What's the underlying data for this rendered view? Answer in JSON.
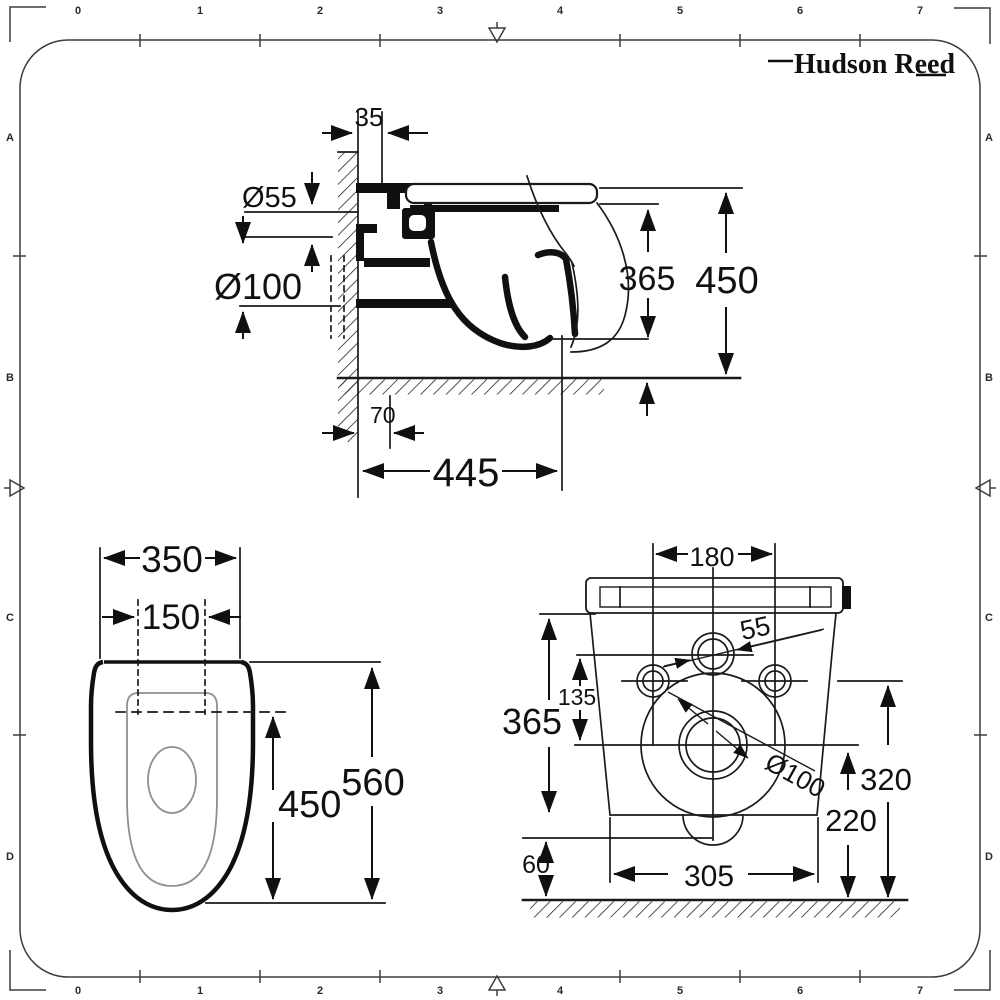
{
  "brand": {
    "name": "Hudson Reed"
  },
  "sheet": {
    "top_ruler": [
      "0",
      "1",
      "2",
      "3",
      "4",
      "5",
      "6",
      "7"
    ],
    "bottom_ruler": [
      "0",
      "1",
      "2",
      "3",
      "4",
      "5",
      "6",
      "7"
    ],
    "left_ruler": [
      "A",
      "B",
      "C",
      "D"
    ],
    "right_ruler": [
      "A",
      "B",
      "C",
      "D"
    ]
  },
  "side_view": {
    "dims": {
      "wall_offset": "35",
      "inlet_diameter": "Ø55",
      "outlet_diameter": "Ø100",
      "rim_to_outlet": "365",
      "rim_height": "450",
      "outlet_offset": "70",
      "projection": "445"
    }
  },
  "plan_view": {
    "dims": {
      "overall_width": "350",
      "inner_width": "150",
      "bowl_length": "450",
      "overall_depth": "560"
    }
  },
  "front_view": {
    "dims": {
      "fixing_centres": "180",
      "inlet_size": "55",
      "inlet_drop": "135",
      "height": "365",
      "outlet_height": "320",
      "lower_height": "220",
      "base_width": "305",
      "floor_gap": "60",
      "outlet_diameter": "Ø100"
    }
  }
}
